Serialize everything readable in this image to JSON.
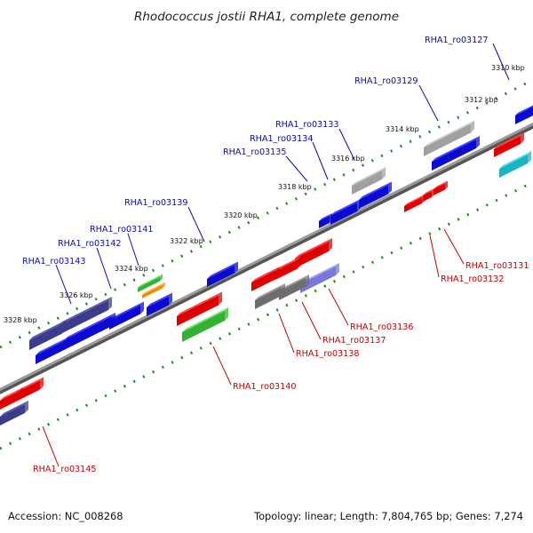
{
  "title": "Rhodococcus jostii RHA1, complete genome",
  "footer": {
    "accession": "Accession: NC_008268",
    "summary": "Topology: linear; Length: 7,804,765 bp; Genes: 7,274"
  },
  "colors": {
    "forward_label": "#0a0ab4",
    "reverse_label": "#c80000",
    "axis": "#8a8a8a",
    "ticks": "#1e8c1e"
  },
  "scale_labels": [
    "3310 kbp",
    "3312 kbp",
    "3314 kbp",
    "3316 kbp",
    "3318 kbp",
    "3320 kbp",
    "3322 kbp",
    "3324 kbp",
    "3326 kbp",
    "3328 kbp"
  ],
  "forward_genes": [
    {
      "label": "RHA1_ro03127"
    },
    {
      "label": "RHA1_ro03129"
    },
    {
      "label": "RHA1_ro03133"
    },
    {
      "label": "RHA1_ro03134"
    },
    {
      "label": "RHA1_ro03135"
    },
    {
      "label": "RHA1_ro03139"
    },
    {
      "label": "RHA1_ro03141"
    },
    {
      "label": "RHA1_ro03142"
    },
    {
      "label": "RHA1_ro03143"
    }
  ],
  "reverse_genes": [
    {
      "label": "RHA1_ro03131"
    },
    {
      "label": "RHA1_ro03132"
    },
    {
      "label": "RHA1_ro03136"
    },
    {
      "label": "RHA1_ro03137"
    },
    {
      "label": "RHA1_ro03138"
    },
    {
      "label": "RHA1_ro03140"
    },
    {
      "label": "RHA1_ro03145"
    }
  ]
}
